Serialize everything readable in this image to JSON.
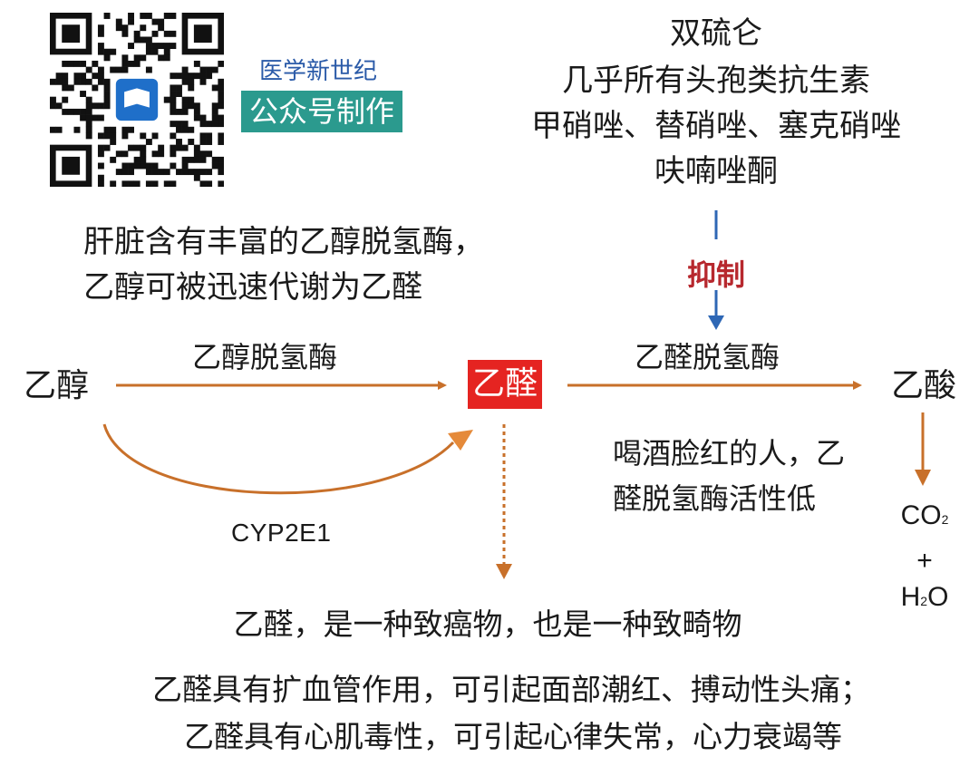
{
  "branding": {
    "name": "医学新世纪",
    "label": "公众号制作",
    "qr_center_icon": "book-logo-icon"
  },
  "inhibitors": {
    "items": [
      "双硫仑",
      "几乎所有头孢类抗生素",
      "甲硝唑、替硝唑、塞克硝唑",
      "呋喃唑酮"
    ],
    "action": "抑制"
  },
  "liver_note": {
    "lines": [
      "肝脏含有丰富的乙醇脱氢酶，",
      "乙醇可被迅速代谢为乙醛"
    ]
  },
  "pathway": {
    "ethanol": "乙醇",
    "acetaldehyde": "乙醛",
    "acetic_acid": "乙酸",
    "enzyme_adh": "乙醇脱氢酶",
    "enzyme_aldh": "乙醛脱氢酶",
    "enzyme_cyp": "CYP2E1"
  },
  "flush_note": {
    "lines": [
      "喝酒脸红的人，乙",
      "醛脱氢酶活性低"
    ]
  },
  "products": {
    "co2_main": "CO",
    "co2_sub": "2",
    "plus": "+",
    "h2o_a": "H",
    "h2o_sub": "2",
    "h2o_b": "O"
  },
  "effects": {
    "carcinogen": "乙醛，是一种致癌物，也是一种致畸物",
    "line1": "乙醛具有扩血管作用，可引起面部潮红、搏动性头痛；",
    "line2": "乙醛具有心肌毒性，可引起心律失常，心力衰竭等"
  },
  "colors": {
    "arrow_orange": "#c8702a",
    "arrow_blue": "#2e67b5",
    "highlight_red": "#e52421",
    "inhibit_red": "#b7282e",
    "brand_teal": "#2b9a8e",
    "brand_blue": "#2a5aa8"
  }
}
